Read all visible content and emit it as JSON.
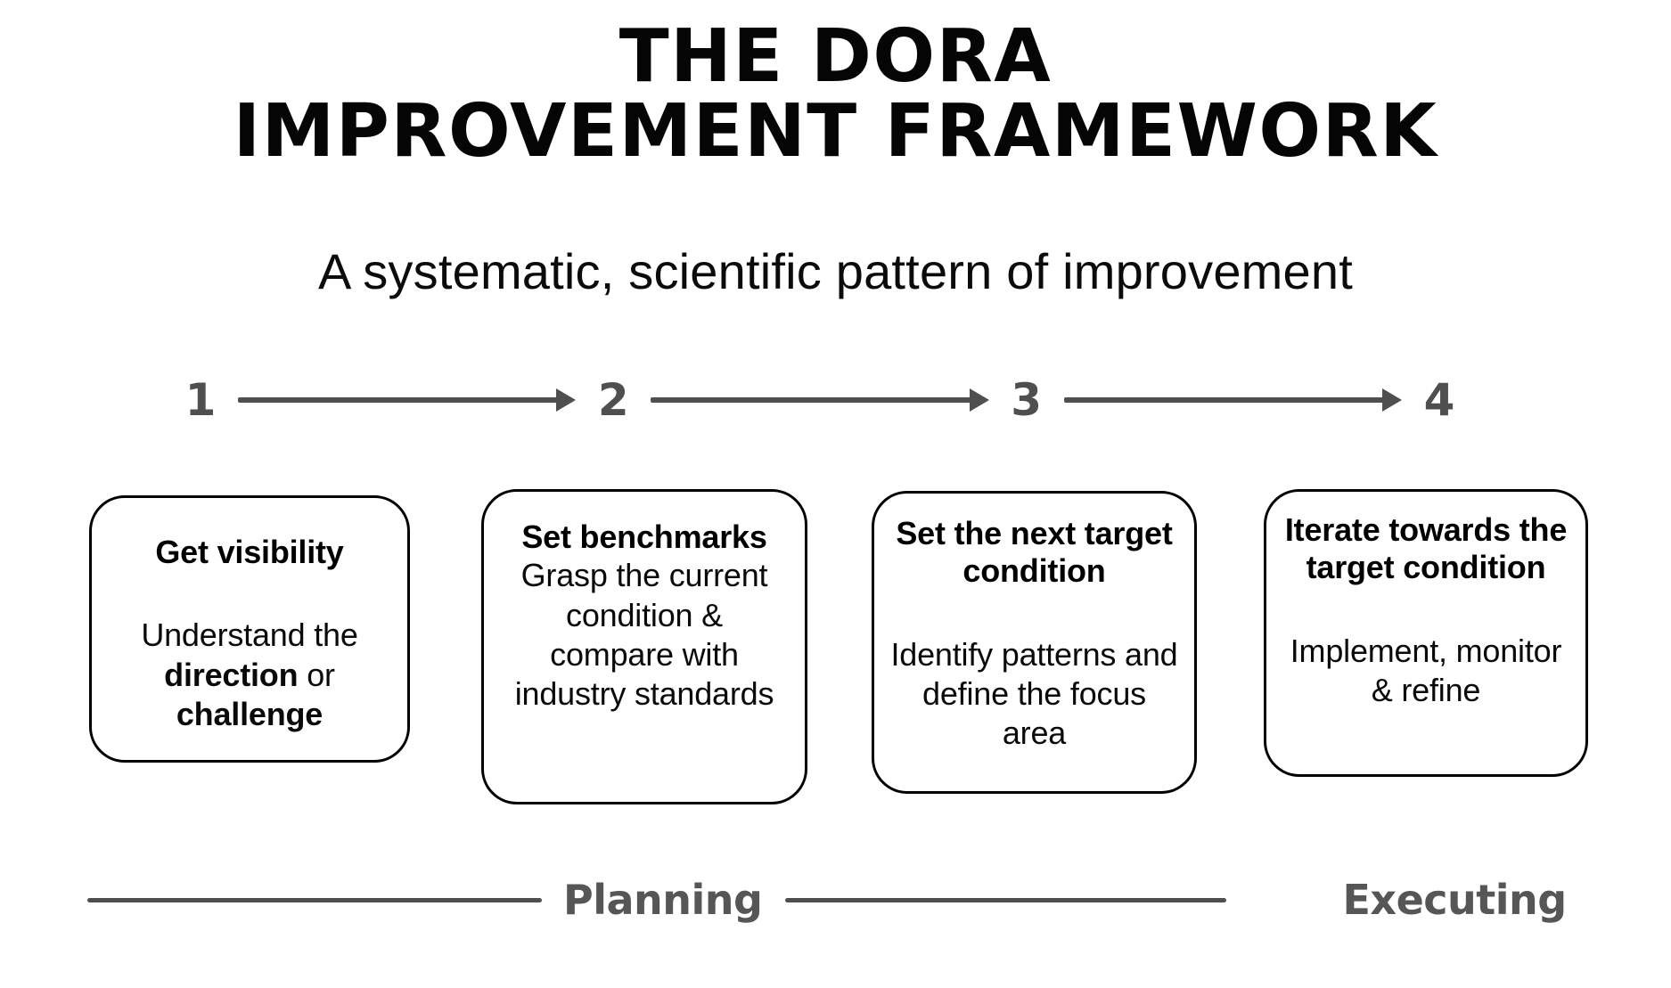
{
  "header": {
    "title_line_1": "THE DORA",
    "title_line_2": "IMPROVEMENT FRAMEWORK",
    "subtitle": "A systematic, scientific pattern of improvement"
  },
  "steps": [
    {
      "number": "1"
    },
    {
      "number": "2"
    },
    {
      "number": "3"
    },
    {
      "number": "4"
    }
  ],
  "cards": [
    {
      "title": "Get visibility",
      "body_prefix": "Understand the ",
      "body_bold_1": "direction",
      "body_mid": " or ",
      "body_bold_2": "challenge",
      "body_suffix": ""
    },
    {
      "title": "Set benchmarks",
      "body": "Grasp the current condition & compare with industry standards"
    },
    {
      "title": "Set the next target condition",
      "body": "Identify patterns and define the focus area"
    },
    {
      "title": "Iterate towards the target condition",
      "body": "Implement, monitor & refine"
    }
  ],
  "phases": {
    "planning_label": "Planning",
    "executing_label": "Executing"
  },
  "colors": {
    "background": "#ffffff",
    "text": "#000000",
    "muted": "#4f4f4f",
    "phase_label": "#565656",
    "card_border": "#000000"
  }
}
